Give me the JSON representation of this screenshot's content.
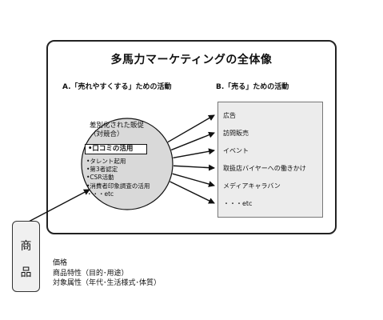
{
  "title": "多馬力マーケティングの全体像",
  "section_a": {
    "heading": "A.「売れやすくする」ための活動"
  },
  "section_b": {
    "heading": "B.「売る」ための活動"
  },
  "circle": {
    "title_line1": "差別化された販促",
    "title_line2": "（対競合）",
    "highlight": "•口コミの活用",
    "items": [
      "•タレント起用",
      "•第3者認定",
      "•CSR活動",
      "•消費者印象調査の活用",
      "・・・etc"
    ]
  },
  "activities": [
    "広告",
    "訪問販売",
    "イベント",
    "取扱店バイヤーへの働きかけ",
    "メディアキャラバン",
    "・・・etc"
  ],
  "product": {
    "char1": "商",
    "char2": "品"
  },
  "attributes": [
    "価格",
    "商品特性（目的･用途）",
    "対象属性（年代･生活様式･体質）"
  ],
  "colors": {
    "circle_fill": "#d9d9d9",
    "box_fill": "#ececec",
    "stroke": "#111111"
  }
}
